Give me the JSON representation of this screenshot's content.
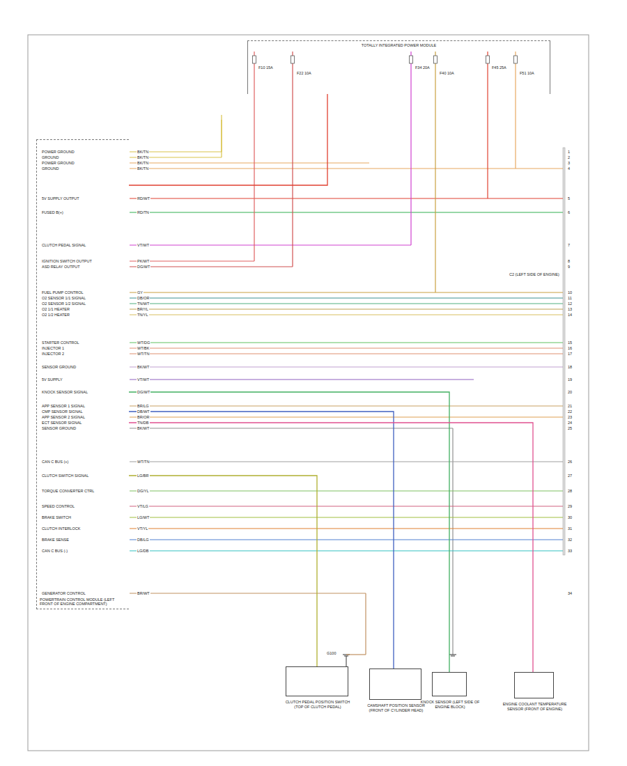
{
  "diagram": {
    "nodes": [
      {
        "text": [
          "POWERTRAIN CONTROL MODULE (LEFT FRONT OF ENGINE COMPARTMENT)"
        ]
      },
      {
        "text": [
          "TOTALLY INTEGRATED POWER MODULE"
        ]
      },
      {
        "text": [
          "CLUTCH PEDAL POSITION SWITCH (TOP OF CLUTCH PEDAL)"
        ]
      },
      {
        "text": [
          "CAMSHAFT POSITION SENSOR (FRONT OF CYLINDER HEAD)"
        ]
      },
      {
        "text": [
          "KNOCK SENSOR (LEFT SIDE OF ENGINE BLOCK)"
        ]
      },
      {
        "text": [
          "ENGINE COOLANT TEMPERATURE SENSOR (FRONT OF ENGINE)"
        ]
      }
    ],
    "edges": [
      {
        "from": 1,
        "to": 0,
        "arrow": "none"
      },
      {
        "from": 0,
        "to": 2,
        "arrow": "none"
      },
      {
        "from": 0,
        "to": 3,
        "arrow": "none"
      },
      {
        "from": 0,
        "to": 4,
        "arrow": "none"
      },
      {
        "from": 0,
        "to": 5,
        "arrow": "none"
      }
    ],
    "labels": [
      "POWER GROUND",
      "BK/TN",
      "1",
      "GROUND",
      "BK/TN",
      "2",
      "POWER GROUND",
      "BK/TN",
      "3",
      "GROUND",
      "BK/TN",
      "4",
      "5V SUPPLY OUTPUT",
      "RD/WT",
      "5",
      "FUSED B(+)",
      "RD/TN",
      "6",
      "CLUTCH PEDAL SIGNAL",
      "VT/WT",
      "7",
      "IGNITION SWITCH OUTPUT",
      "PK/WT",
      "8",
      "ASD RELAY OUTPUT",
      "DG/WT",
      "9",
      "FUEL PUMP CONTROL",
      "GY",
      "10",
      "O2 SENSOR 1/1 SIGNAL",
      "DB/OR",
      "11",
      "O2 SENSOR 1/2 SIGNAL",
      "TN/WT",
      "12",
      "O2 1/1 HEATER",
      "BR/YL",
      "13",
      "O2 1/2 HEATER",
      "TN/YL",
      "14",
      "STARTER CONTROL",
      "WT/DG",
      "15",
      "INJECTOR 1",
      "WT/BK",
      "16",
      "INJECTOR 2",
      "WT/TN",
      "17",
      "SENSOR GROUND",
      "BK/WT",
      "18",
      "5V SUPPLY",
      "VT/WT",
      "19",
      "KNOCK SENSOR SIGNAL",
      "DG/WT",
      "20",
      "APP SENSOR 1 SIGNAL",
      "BR/LG",
      "21",
      "CMP SENSOR SIGNAL",
      "DB/WT",
      "22",
      "APP SENSOR 2 SIGNAL",
      "BR/OR",
      "23",
      "ECT SENSOR SIGNAL",
      "TN/DB",
      "24",
      "SENSOR GROUND",
      "BK/WT",
      "25",
      "CAN C BUS (+)",
      "WT/TN",
      "26",
      "CLUTCH SWITCH SIGNAL",
      "LG/BR",
      "27",
      "TORQUE CONVERTER CTRL",
      "DG/YL",
      "28",
      "SPEED CONTROL",
      "VT/LG",
      "29",
      "BRAKE SWITCH",
      "LG/WT",
      "30",
      "CLUTCH INTERLOCK",
      "VT/YL",
      "31",
      "BRAKE SENSE",
      "DB/LG",
      "32",
      "CAN C BUS (-)",
      "LG/DB",
      "33",
      "GENERATOR CONTROL",
      "BR/WT",
      "34",
      "F10 15A",
      "F22 10A",
      "F34 20A",
      "F40 10A",
      "F45 25A",
      "F51 10A",
      "C2 (LEFT SIDE OF ENGINE)",
      "G100"
    ]
  }
}
